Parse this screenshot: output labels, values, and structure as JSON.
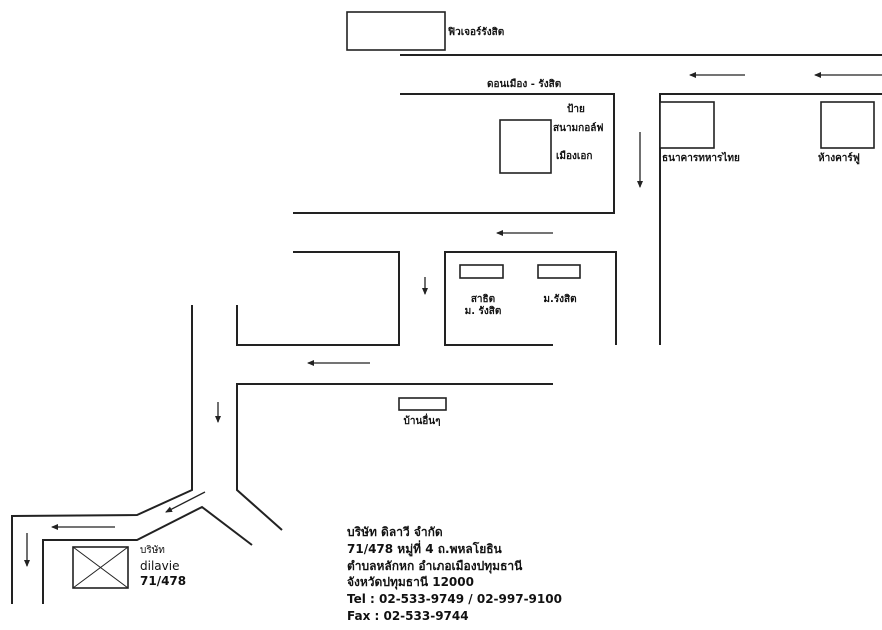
{
  "map": {
    "landmarks": {
      "future_rangsit": "ฟิวเจอร์รังสิต",
      "road_name": "ดอนเมือง - รังสิต",
      "golf_sign": [
        "ป้าย",
        "สนามกอล์ฟ",
        "เมืองเอก"
      ],
      "tmb_bank": "ธนาคารทหารไทย",
      "carrefour": "ห้างคาร์ฟู",
      "satit_school": [
        "สาธิต",
        "ม. รังสิต"
      ],
      "rangsit_university": "ม.รังสิต",
      "other_houses": "บ้านอื่นๆ"
    },
    "company_marker": {
      "line1": "บริษัท",
      "line2": "dilavie",
      "line3": "71/478"
    }
  },
  "address": {
    "company": "บริษัท ดิลาวี จำกัด",
    "street": "71/478 หมู่ที่ 4 ถ.พหลโยธิน",
    "district": "ตำบลหลักหก อำเภอเมืองปทุมธานี",
    "province": "จังหวัดปทุมธานี 12000",
    "tel": "Tel : 02-533-9749 / 02-997-9100",
    "fax": "Fax : 02-533-9744"
  }
}
